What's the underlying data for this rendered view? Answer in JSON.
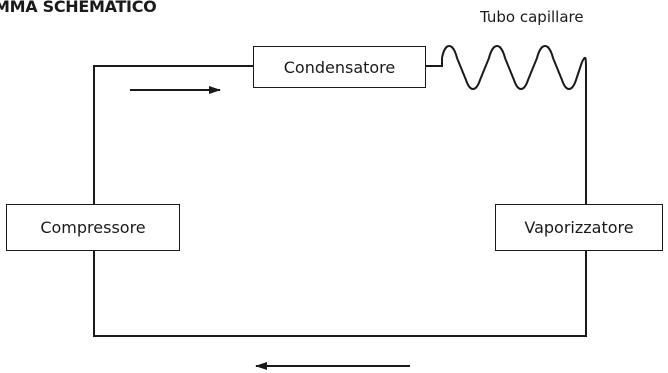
{
  "title": "MMA SCHEMATICO",
  "labels": {
    "capillary_tube": "Tubo capillare"
  },
  "components": {
    "condenser": "Condensatore",
    "compressor": "Compressore",
    "evaporator": "Vaporizzatore"
  },
  "flow_directions": {
    "top": "right",
    "bottom": "left"
  },
  "colors": {
    "line": "#1a1a1a",
    "background": "#ffffff"
  }
}
